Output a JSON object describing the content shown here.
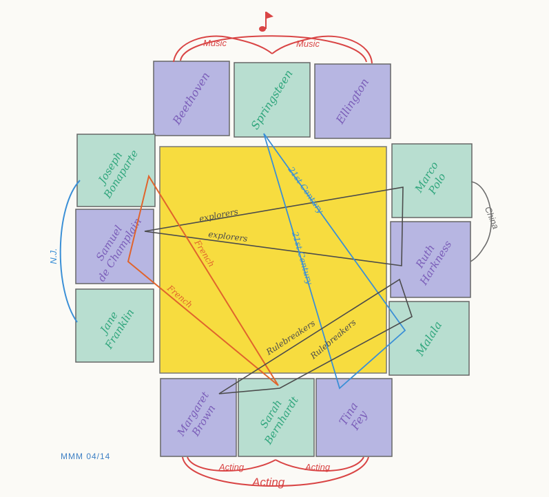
{
  "signature": "MMM 04/14",
  "center_color": "#f7dc3f",
  "tiles": [
    {
      "id": "beethoven",
      "name": "Beethoven",
      "color": "#b7b6e2",
      "ink": "#7a5db8"
    },
    {
      "id": "springsteen",
      "name": "Springsteen",
      "color": "#b8ded0",
      "ink": "#2fa57c"
    },
    {
      "id": "ellington",
      "name": "Ellington",
      "color": "#b7b6e2",
      "ink": "#7a5db8"
    },
    {
      "id": "joseph",
      "name": "Joseph Bonaparte",
      "lines": [
        "Joseph",
        "Bonaparte"
      ],
      "color": "#b8ded0",
      "ink": "#2fa57c"
    },
    {
      "id": "samuel",
      "name": "Samuel de Champlain",
      "lines": [
        "Samuel",
        "de Champlain"
      ],
      "color": "#b7b6e2",
      "ink": "#7a5db8"
    },
    {
      "id": "jane",
      "name": "Jane Franklin",
      "lines": [
        "Jane",
        "Franklin"
      ],
      "color": "#b8ded0",
      "ink": "#2fa57c"
    },
    {
      "id": "marco",
      "name": "Marco Polo",
      "lines": [
        "Marco",
        "Polo"
      ],
      "color": "#b8ded0",
      "ink": "#2fa57c"
    },
    {
      "id": "ruth",
      "name": "Ruth Harkness",
      "lines": [
        "Ruth",
        "Harkness"
      ],
      "color": "#b7b6e2",
      "ink": "#7a5db8"
    },
    {
      "id": "malala",
      "name": "Malala",
      "color": "#b8ded0",
      "ink": "#2fa57c"
    },
    {
      "id": "margaret",
      "name": "Margaret Brown",
      "lines": [
        "Margaret",
        "Brown"
      ],
      "color": "#b7b6e2",
      "ink": "#7a5db8"
    },
    {
      "id": "sarah",
      "name": "Sarah Bernhardt",
      "lines": [
        "Sarah",
        "Bernhardt"
      ],
      "color": "#b8ded0",
      "ink": "#2fa57c"
    },
    {
      "id": "tina",
      "name": "Tina Fey",
      "lines": [
        "Tina",
        "Fey"
      ],
      "color": "#b7b6e2",
      "ink": "#7a5db8"
    }
  ],
  "connections": {
    "music": {
      "label": "Music",
      "color": "#d94545"
    },
    "acting": {
      "label": "Acting",
      "color": "#d94545"
    },
    "china": {
      "label": "China",
      "color": "#6b6b6b"
    },
    "nj": {
      "label": "N.J.",
      "color": "#3a8fd6"
    },
    "explorers": {
      "label": "explorers",
      "color": "#4b4b4b"
    },
    "century": {
      "label": "21st Century",
      "color": "#3a8fd6"
    },
    "french": {
      "label": "French",
      "color": "#e0642c"
    },
    "rulebreakers": {
      "label": "Rulebreakers",
      "color": "#4b4b4b"
    }
  }
}
